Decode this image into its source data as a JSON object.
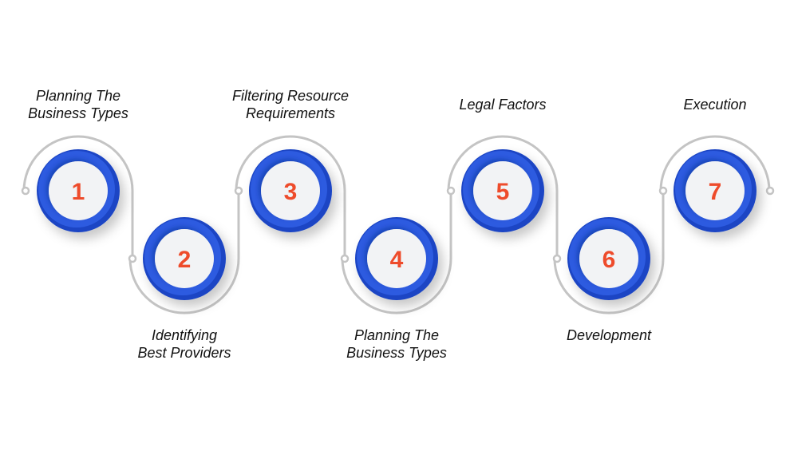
{
  "colors": {
    "ring_outer": "#1a45c4",
    "ring_inner": "#2d5be0",
    "disc": "#f2f3f5",
    "number": "#ee4b2b",
    "connector": "#c4c4c4"
  },
  "steps": [
    {
      "number": "1",
      "label": "Planning The\nBusiness Types"
    },
    {
      "number": "2",
      "label": "Identifying\nBest Providers"
    },
    {
      "number": "3",
      "label": "Filtering Resource\nRequirements"
    },
    {
      "number": "4",
      "label": "Planning The\nBusiness Types"
    },
    {
      "number": "5",
      "label": "Legal Factors"
    },
    {
      "number": "6",
      "label": "Development"
    },
    {
      "number": "7",
      "label": "Execution"
    }
  ]
}
